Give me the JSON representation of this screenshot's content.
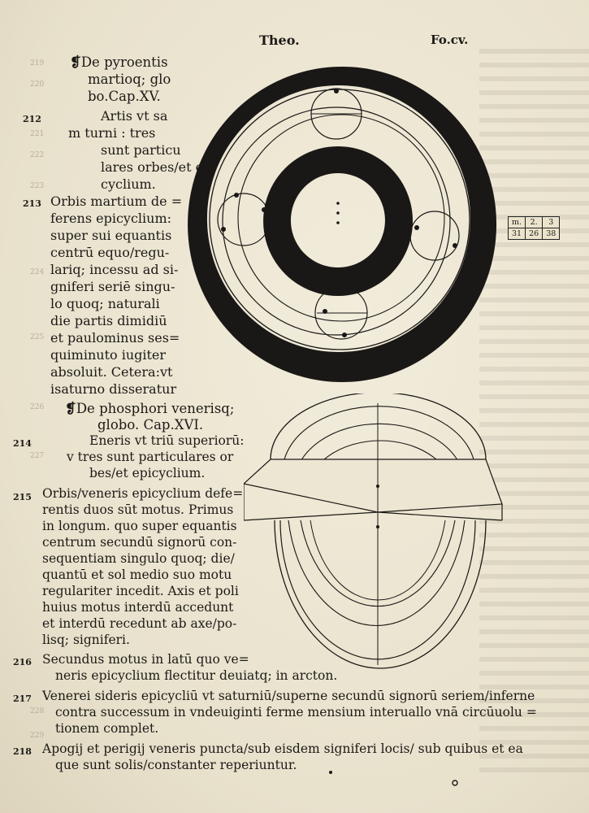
{
  "header": {
    "title": "Theo.",
    "folio": "Fo.cv."
  },
  "chapter15": {
    "heading": [
      "De pyroentis",
      "martioq; glo",
      "bo.Cap.XV."
    ],
    "p212": [
      "Artis vt sa",
      "m  turni : tres",
      "sunt particu",
      "lares orbes/et epi",
      "cyclium."
    ],
    "p213": [
      "Orbis martium de =",
      "ferens epicyclium:",
      "super sui equantis",
      "centrū equo/regu-",
      "lariq; incessu ad si-",
      "gniferi seriē singu-",
      "lo quoq; naturali",
      "die partis dimidiū",
      "et paulominus ses=",
      "quiminuto iugiter",
      "absoluit. Cetera:vt",
      "isaturno disseratur"
    ]
  },
  "chapter16": {
    "heading": [
      "De phosphori venerisq;",
      "globo.    Cap.XVI."
    ],
    "p214": [
      "Eneris vt triū superiorū:",
      "v  tres sunt particulares or",
      "bes/et epicyclium."
    ],
    "p215": [
      "Orbis/veneris epicyclium defe=",
      "rentis duos sūt motus. Primus",
      "in longum. quo super equantis",
      "centrum secundū signorū con-",
      "sequentiam singulo quoq; die/",
      "quantū et sol medio suo motu",
      "regulariter incedit. Axis et poli",
      "huius motus interdū accedunt",
      "et interdū recedunt ab axe/po-",
      "lisq; signiferi."
    ],
    "p216": [
      "Secundus motus in latū quo ve=",
      "neris epicyclium flectitur deuiatq; in arcton."
    ],
    "p217": [
      "Venerei sideris epicycliū vt saturniū/superne secundū signorū seriem/inferne",
      "contra successum in vndeuiginti ferme mensium interuallo vnā circūuolu =",
      "tionem complet."
    ],
    "p218": [
      "Apogij et perigij veneris puncta/sub eisdem signiferi locis/ sub quibus et ea",
      "que sunt solis/constanter reperiuntur."
    ]
  },
  "margin_numbers": [
    "212",
    "213",
    "214",
    "215",
    "216",
    "217",
    "218"
  ],
  "ghost_numbers": [
    "219",
    "220",
    "221",
    "222",
    "223",
    "224",
    "225",
    "226",
    "227",
    "228",
    "229"
  ],
  "table": {
    "head": [
      "m.",
      "2.",
      "3"
    ],
    "row": [
      "31",
      "26",
      "38"
    ]
  },
  "colors": {
    "ink": "#1c1a17",
    "paper": "#ece6d3"
  },
  "icons": [
    "pilcrow-icon",
    "mars-orb-diagram-icon",
    "venus-orb-diagram-icon"
  ]
}
